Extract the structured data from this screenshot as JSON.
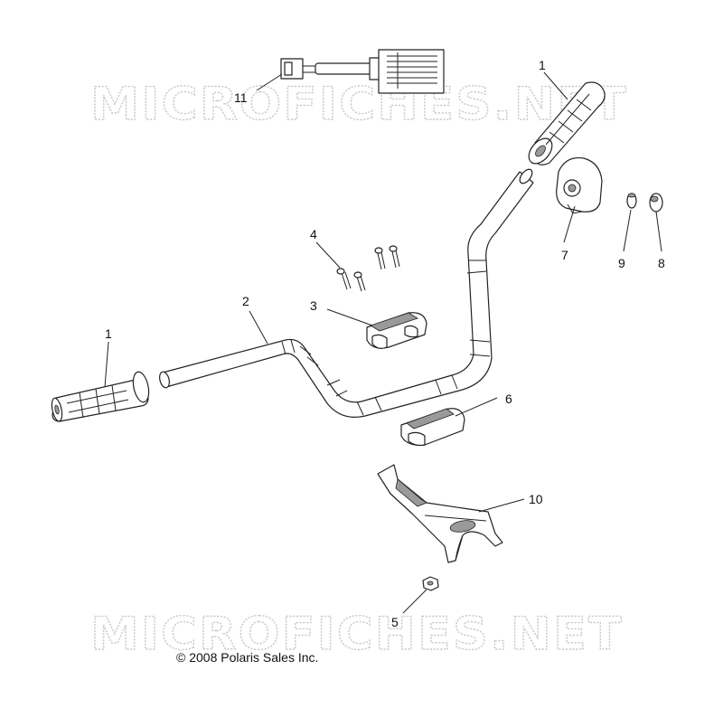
{
  "watermarks": {
    "top": "MICROFICHES.NET",
    "bottom": "MICROFICHES.NET"
  },
  "callouts": {
    "grip_right": "1",
    "grip_left": "1",
    "handlebar": "2",
    "clamp_upper": "3",
    "bolts": "4",
    "nut": "5",
    "clamp_lower": "6",
    "throttle_housing": "7",
    "cap_large": "8",
    "cap_small": "9",
    "bracket": "10",
    "harness": "11"
  },
  "copyright": "© 2008 Polaris Sales Inc.",
  "colors": {
    "line": "#222222",
    "shade": "#9a9a9a",
    "watermark": "#c9c9c9"
  }
}
